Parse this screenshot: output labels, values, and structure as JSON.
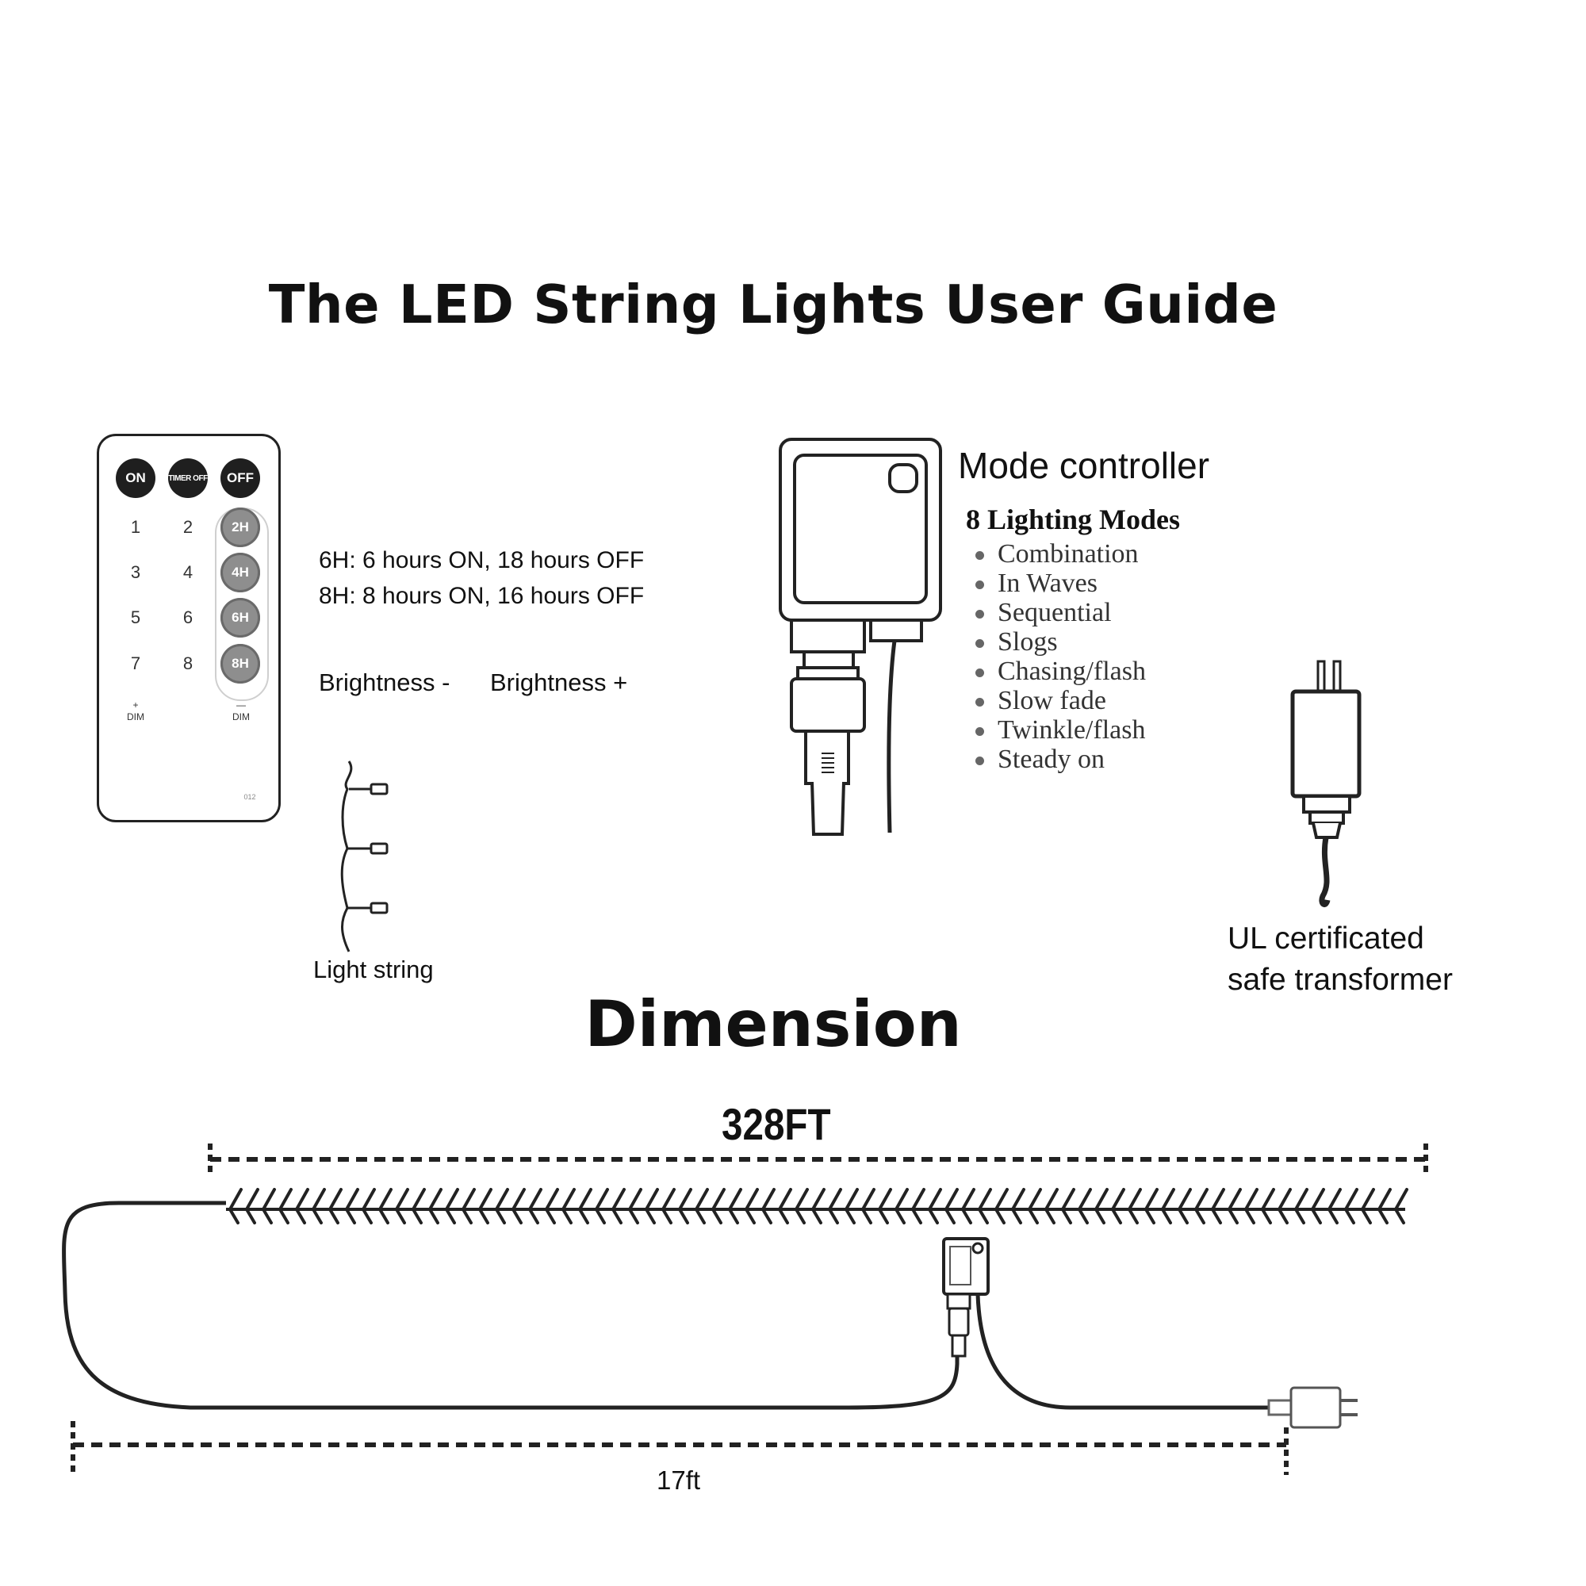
{
  "title": "The LED String Lights User Guide",
  "remote": {
    "top_buttons": [
      "ON",
      "TIMER OFF",
      "OFF"
    ],
    "numbers": [
      "1",
      "2",
      "3",
      "4",
      "5",
      "6",
      "7",
      "8"
    ],
    "timers": [
      "2H",
      "4H",
      "6H",
      "8H"
    ],
    "dim_plus": "+",
    "dim_minus": "—",
    "dim_label": "DIM",
    "model": "012"
  },
  "notes": {
    "timer_6h": "6H: 6 hours ON, 18 hours OFF",
    "timer_8h": "8H: 8 hours ON, 16 hours OFF",
    "brightness_minus": "Brightness -",
    "brightness_plus": "Brightness +"
  },
  "light_string_label": "Light string",
  "mode_controller": {
    "title": "Mode controller",
    "modes_heading": "8 Lighting Modes",
    "modes": [
      "Combination",
      "In Waves",
      "Sequential",
      "Slogs",
      "Chasing/flash",
      "Slow fade",
      "Twinkle/flash",
      "Steady on"
    ]
  },
  "transformer_label": {
    "line1": "UL certificated",
    "line2": "safe transformer"
  },
  "dimension": {
    "heading": "Dimension",
    "length_main": "328FT",
    "length_lead": "17ft"
  }
}
